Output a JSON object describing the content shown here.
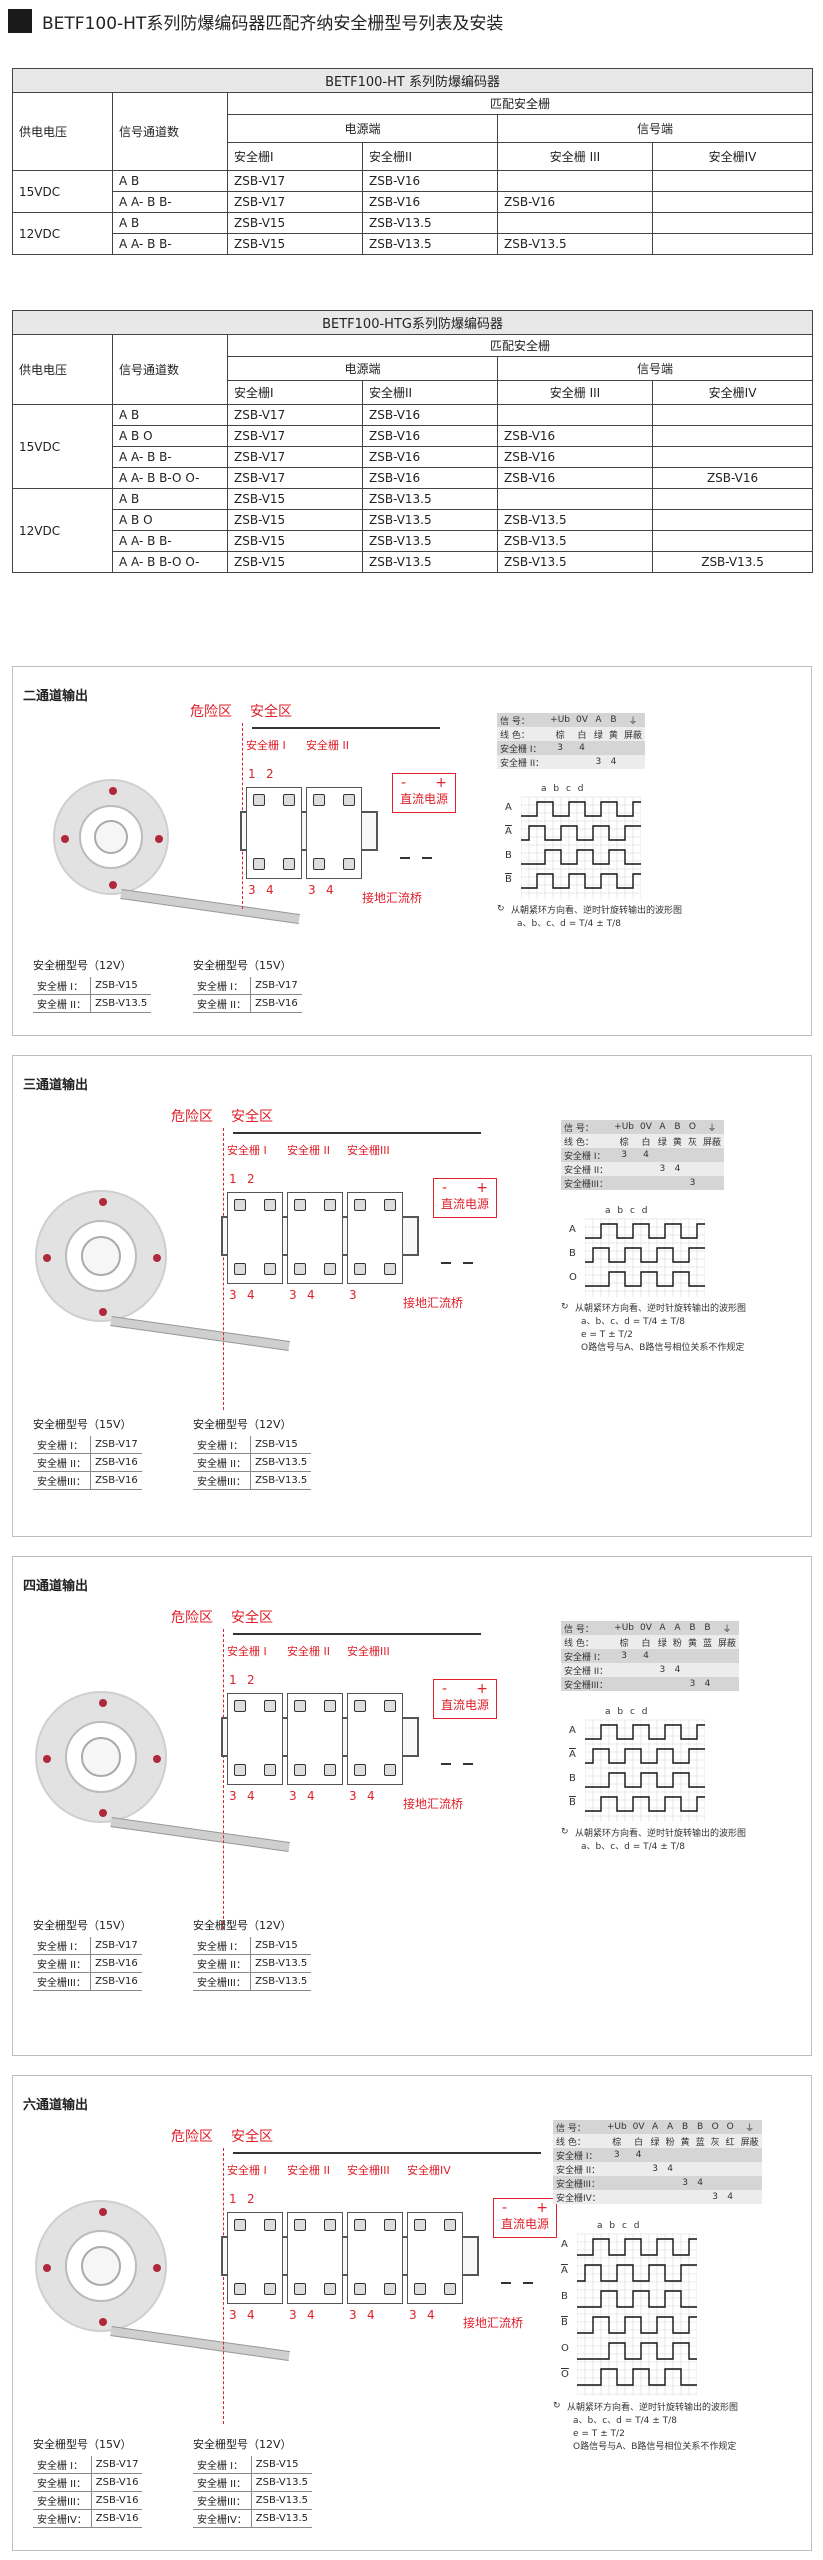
{
  "header": {
    "title": "BETF100-HT系列防爆编码器匹配齐纳安全栅型号列表及安装"
  },
  "table1": {
    "title": "BETF100-HT 系列防爆编码器",
    "col_voltage": "供电电压",
    "col_channels": "信号通道数",
    "match": "匹配安全栅",
    "power_side": "电源端",
    "signal_side": "信号端",
    "b1": "安全栅I",
    "b2": "安全栅II",
    "b3": "安全栅 III",
    "b4": "安全栅IV",
    "groups": [
      {
        "voltage": "15VDC",
        "rows": [
          [
            "A B",
            "ZSB-V17",
            "ZSB-V16",
            "",
            ""
          ],
          [
            "A A- B B-",
            "ZSB-V17",
            "ZSB-V16",
            "ZSB-V16",
            ""
          ]
        ]
      },
      {
        "voltage": "12VDC",
        "rows": [
          [
            "A B",
            "ZSB-V15",
            "ZSB-V13.5",
            "",
            ""
          ],
          [
            "A A- B B-",
            "ZSB-V15",
            "ZSB-V13.5",
            "ZSB-V13.5",
            ""
          ]
        ]
      }
    ]
  },
  "table2": {
    "title": "BETF100-HTG系列防爆编码器",
    "col_voltage": "供电电压",
    "col_channels": "信号通道数",
    "match": "匹配安全栅",
    "power_side": "电源端",
    "signal_side": "信号端",
    "b1": "安全栅I",
    "b2": "安全栅II",
    "b3": "安全栅 III",
    "b4": "安全栅IV",
    "groups": [
      {
        "voltage": "15VDC",
        "rows": [
          [
            "A B",
            "ZSB-V17",
            "ZSB-V16",
            "",
            ""
          ],
          [
            "A B O",
            "ZSB-V17",
            "ZSB-V16",
            "ZSB-V16",
            ""
          ],
          [
            "A A- B B-",
            "ZSB-V17",
            "ZSB-V16",
            "ZSB-V16",
            ""
          ],
          [
            "A A- B B-O O-",
            "ZSB-V17",
            "ZSB-V16",
            "ZSB-V16",
            "ZSB-V16"
          ]
        ]
      },
      {
        "voltage": "12VDC",
        "rows": [
          [
            "A B",
            "ZSB-V15",
            "ZSB-V13.5",
            "",
            ""
          ],
          [
            "A B O",
            "ZSB-V15",
            "ZSB-V13.5",
            "ZSB-V13.5",
            ""
          ],
          [
            "A A- B B-",
            "ZSB-V15",
            "ZSB-V13.5",
            "ZSB-V13.5",
            ""
          ],
          [
            "A A- B B-O O-",
            "ZSB-V15",
            "ZSB-V13.5",
            "ZSB-V13.5",
            "ZSB-V13.5"
          ]
        ]
      }
    ]
  },
  "common": {
    "danger": "危险区",
    "safe": "安全区",
    "psu": "直流电源",
    "ground_bus": "接地汇流桥",
    "plus": "+",
    "minus": "-"
  },
  "panels": [
    {
      "title": "二通道输出",
      "barriers": [
        "安全栅 I",
        "安全栅 II"
      ],
      "pins": [
        "1",
        "2",
        "3",
        "4",
        "3",
        "4"
      ],
      "models": [
        {
          "title": "安全栅型号（12V）",
          "rows": [
            [
              "安全栅 I：",
              "ZSB-V15"
            ],
            [
              "安全栅 II：",
              "ZSB-V13.5"
            ]
          ]
        },
        {
          "title": "安全栅型号（15V）",
          "rows": [
            [
              "安全栅 I：",
              "ZSB-V17"
            ],
            [
              "安全栅 II：",
              "ZSB-V16"
            ]
          ]
        }
      ],
      "sig_head": [
        "信 号：",
        "+Ub",
        "0V",
        "A",
        "B",
        "⏚"
      ],
      "sig_rows": [
        [
          "线 色：",
          "棕",
          "白",
          "绿",
          "黄",
          "屏蔽"
        ],
        [
          "安全栅 I：",
          "3",
          "4",
          "",
          "",
          ""
        ],
        [
          "安全栅 II：",
          "",
          "",
          "3",
          "4",
          ""
        ]
      ],
      "wave_labels": [
        "A",
        "A",
        "B",
        "B"
      ],
      "wave_marks": "a b c d",
      "notes": [
        "从朝紧环方向看、逆时针旋转输出的波形图",
        "a、b、c、d = T/4 ± T/8"
      ]
    },
    {
      "title": "三通道输出",
      "barriers": [
        "安全栅 I",
        "安全栅 II",
        "安全栅III"
      ],
      "pins": [
        "1",
        "2",
        "3",
        "4",
        "3",
        "4",
        "3"
      ],
      "models": [
        {
          "title": "安全栅型号（15V）",
          "rows": [
            [
              "安全栅 I：",
              "ZSB-V17"
            ],
            [
              "安全栅 II：",
              "ZSB-V16"
            ],
            [
              "安全栅III：",
              "ZSB-V16"
            ]
          ]
        },
        {
          "title": "安全栅型号（12V）",
          "rows": [
            [
              "安全栅 I：",
              "ZSB-V15"
            ],
            [
              "安全栅 II：",
              "ZSB-V13.5"
            ],
            [
              "安全栅III：",
              "ZSB-V13.5"
            ]
          ]
        }
      ],
      "sig_head": [
        "信 号：",
        "+Ub",
        "0V",
        "A",
        "B",
        "O",
        "⏚"
      ],
      "sig_rows": [
        [
          "线 色：",
          "棕",
          "白",
          "绿",
          "黄",
          "灰",
          "屏蔽"
        ],
        [
          "安全栅 I：",
          "3",
          "4",
          "",
          "",
          "",
          ""
        ],
        [
          "安全栅 II：",
          "",
          "",
          "3",
          "4",
          "",
          ""
        ],
        [
          "安全栅III：",
          "",
          "",
          "",
          "",
          "3",
          ""
        ]
      ],
      "wave_labels": [
        "A",
        "B",
        "O"
      ],
      "wave_marks": "a b c d",
      "notes": [
        "从朝紧环方向看、逆时针旋转输出的波形图",
        "a、b、c、d = T/4 ± T/8",
        "e = T ± T/2",
        "O路信号与A、B路信号相位关系不作规定"
      ]
    },
    {
      "title": "四通道输出",
      "barriers": [
        "安全栅 I",
        "安全栅 II",
        "安全栅III"
      ],
      "pins": [
        "1",
        "2",
        "3",
        "4",
        "3",
        "4",
        "3",
        "4"
      ],
      "models": [
        {
          "title": "安全栅型号（15V）",
          "rows": [
            [
              "安全栅 I：",
              "ZSB-V17"
            ],
            [
              "安全栅 II：",
              "ZSB-V16"
            ],
            [
              "安全栅III：",
              "ZSB-V16"
            ]
          ]
        },
        {
          "title": "安全栅型号（12V）",
          "rows": [
            [
              "安全栅 I：",
              "ZSB-V15"
            ],
            [
              "安全栅 II：",
              "ZSB-V13.5"
            ],
            [
              "安全栅III：",
              "ZSB-V13.5"
            ]
          ]
        }
      ],
      "sig_head": [
        "信 号：",
        "+Ub",
        "0V",
        "A",
        "A",
        "B",
        "B",
        "⏚"
      ],
      "sig_rows": [
        [
          "线 色：",
          "棕",
          "白",
          "绿",
          "粉",
          "黄",
          "蓝",
          "屏蔽"
        ],
        [
          "安全栅 I：",
          "3",
          "4",
          "",
          "",
          "",
          "",
          ""
        ],
        [
          "安全栅 II：",
          "",
          "",
          "3",
          "4",
          "",
          "",
          ""
        ],
        [
          "安全栅III：",
          "",
          "",
          "",
          "",
          "3",
          "4",
          ""
        ]
      ],
      "wave_labels": [
        "A",
        "A",
        "B",
        "B"
      ],
      "wave_marks": "a b c d",
      "notes": [
        "从朝紧环方向看、逆时针旋转输出的波形图",
        "a、b、c、d = T/4 ± T/8"
      ]
    },
    {
      "title": "六通道输出",
      "barriers": [
        "安全栅 I",
        "安全栅 II",
        "安全栅III",
        "安全栅IV"
      ],
      "pins": [
        "1",
        "2",
        "3",
        "4",
        "3",
        "4",
        "3",
        "4",
        "3",
        "4"
      ],
      "models": [
        {
          "title": "安全栅型号（15V）",
          "rows": [
            [
              "安全栅 I：",
              "ZSB-V17"
            ],
            [
              "安全栅 II：",
              "ZSB-V16"
            ],
            [
              "安全栅III：",
              "ZSB-V16"
            ],
            [
              "安全栅IV：",
              "ZSB-V16"
            ]
          ]
        },
        {
          "title": "安全栅型号（12V）",
          "rows": [
            [
              "安全栅 I：",
              "ZSB-V15"
            ],
            [
              "安全栅 II：",
              "ZSB-V13.5"
            ],
            [
              "安全栅III：",
              "ZSB-V13.5"
            ],
            [
              "安全栅IV：",
              "ZSB-V13.5"
            ]
          ]
        }
      ],
      "sig_head": [
        "信 号：",
        "+Ub",
        "0V",
        "A",
        "A",
        "B",
        "B",
        "O",
        "O",
        "⏚"
      ],
      "sig_rows": [
        [
          "线 色：",
          "棕",
          "白",
          "绿",
          "粉",
          "黄",
          "蓝",
          "灰",
          "红",
          "屏蔽"
        ],
        [
          "安全栅 I：",
          "3",
          "4",
          "",
          "",
          "",
          "",
          "",
          "",
          ""
        ],
        [
          "安全栅 II：",
          "",
          "",
          "3",
          "4",
          "",
          "",
          "",
          "",
          ""
        ],
        [
          "安全栅III：",
          "",
          "",
          "",
          "",
          "3",
          "4",
          "",
          "",
          ""
        ],
        [
          "安全栅IV：",
          "",
          "",
          "",
          "",
          "",
          "",
          "3",
          "4",
          ""
        ]
      ],
      "wave_labels": [
        "A",
        "A",
        "B",
        "B",
        "O",
        "O"
      ],
      "wave_marks": "a b c d",
      "notes": [
        "从朝紧环方向看、逆时针旋转输出的波形图",
        "a、b、c、d = T/4 ± T/8",
        "e = T ± T/2",
        "O路信号与A、B路信号相位关系不作规定"
      ]
    }
  ]
}
